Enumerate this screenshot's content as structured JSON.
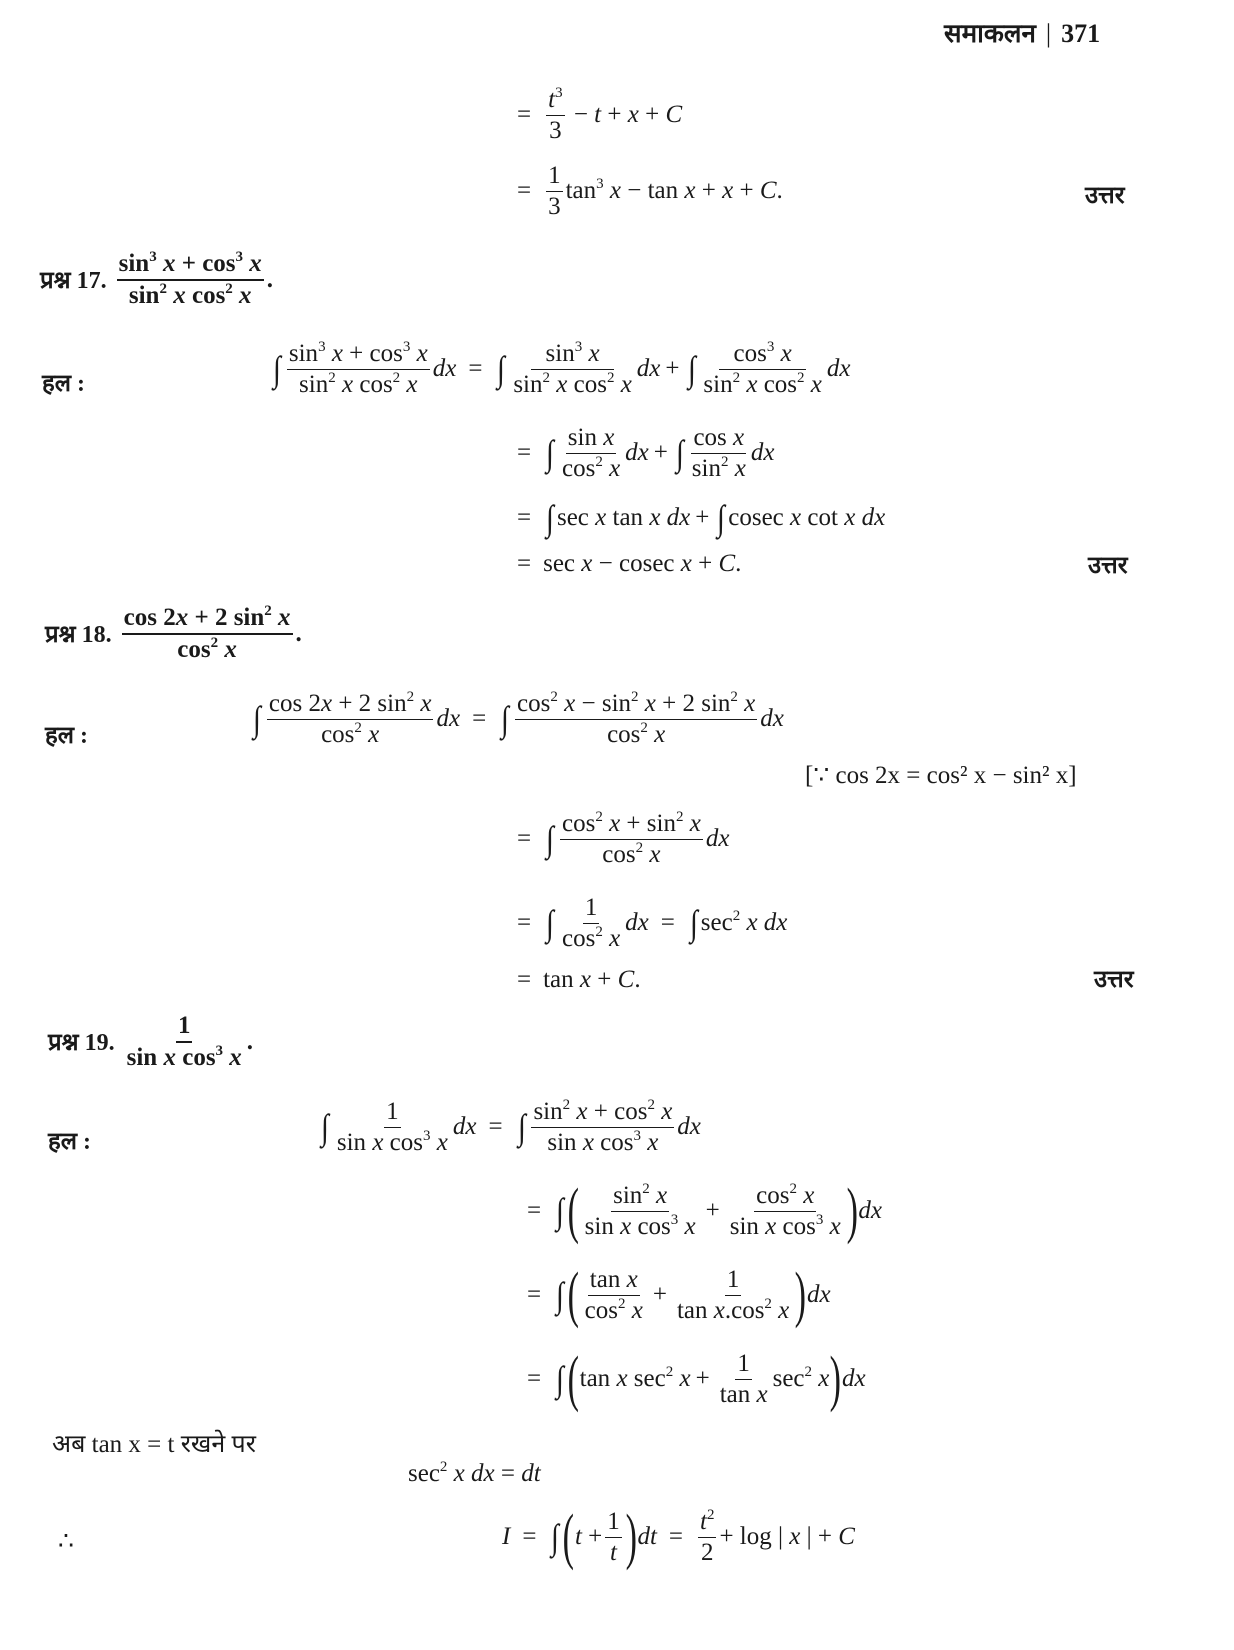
{
  "header": {
    "chapter": "समाकलन",
    "separator": "|",
    "page_number": "371"
  },
  "answer_label": "उत्तर",
  "solution_label": "हल :",
  "therefore": "∴",
  "top_continuation": {
    "line1": {
      "eq": "=",
      "num": "t³",
      "den": "3",
      "rest": "− t + x + C"
    },
    "line2": {
      "eq": "=",
      "num": "1",
      "den": "3",
      "rest": "tan³ x − tan x + x + C."
    }
  },
  "q17": {
    "label": "प्रश्न 17.",
    "question": {
      "num": "sin³ x + cos³ x",
      "den": "sin² x cos² x"
    },
    "steps": [
      "∫ (sin³ x + cos³ x)/(sin² x cos² x) dx = ∫ sin³ x/(sin² x cos² x) dx + ∫ cos³ x/(sin² x cos² x) dx",
      "= ∫ sin x/cos² x dx + ∫ cos x/sin² x dx",
      "= ∫ sec x tan x dx + ∫ cosec x cot x dx",
      "= sec x − cosec x + C."
    ]
  },
  "q18": {
    "label": "प्रश्न 18.",
    "question": {
      "num": "cos 2x + 2 sin² x",
      "den": "cos² x"
    },
    "note": "[∵ cos 2x = cos² x − sin² x]",
    "steps": [
      "∫ (cos 2x + 2 sin² x)/cos² x dx = ∫ (cos² x − sin² x + 2 sin² x)/cos² x dx",
      "= ∫ (cos² x + sin² x)/cos² x dx",
      "= ∫ 1/cos² x dx = ∫ sec² x dx",
      "= tan x + C."
    ]
  },
  "q19": {
    "label": "प्रश्न 19.",
    "question": {
      "num": "1",
      "den": "sin x cos³ x"
    },
    "substitution": "अब tan x = t रखने पर",
    "steps": [
      "∫ 1/(sin x cos³ x) dx = ∫ (sin² x + cos² x)/(sin x cos³ x) dx",
      "= ∫ ( sin² x/(sin x cos³ x) + cos² x/(sin x cos³ x) ) dx",
      "= ∫ ( tan x/cos² x + 1/(tan x.cos² x) ) dx",
      "= ∫ ( tan x sec² x + (1/tan x) sec² x ) dx",
      "sec² x dx = dt",
      "I = ∫ ( t + 1/t ) dt = t²/2 + log | x | + C"
    ]
  }
}
